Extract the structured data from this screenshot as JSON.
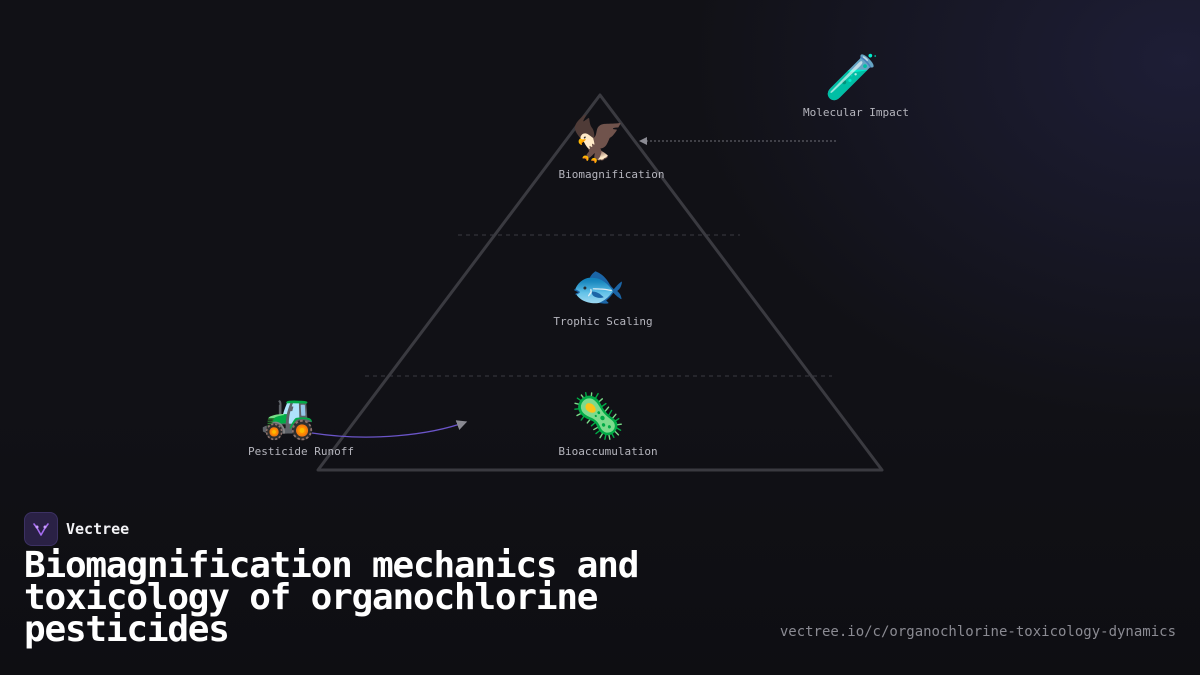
{
  "diagram": {
    "nodes": [
      {
        "id": "biomagnification",
        "icon": "eagle-icon",
        "glyph": "🦅",
        "label": "Biomagnification"
      },
      {
        "id": "trophic_scaling",
        "icon": "fish-icon",
        "glyph": "🐟",
        "label": "Trophic Scaling"
      },
      {
        "id": "bioaccumulation",
        "icon": "microbe-icon",
        "glyph": "🦠",
        "label": "Bioaccumulation"
      },
      {
        "id": "pesticide_runoff",
        "icon": "tractor-icon",
        "glyph": "🚜",
        "label": "Pesticide Runoff"
      },
      {
        "id": "molecular_impact",
        "icon": "test-tube-icon",
        "glyph": "🧪",
        "label": "Molecular Impact"
      }
    ],
    "edges": [
      {
        "from": "molecular_impact",
        "to": "biomagnification",
        "style": "dotted"
      },
      {
        "from": "pesticide_runoff",
        "to": "bioaccumulation",
        "style": "curved",
        "color": "#6b55c9"
      }
    ]
  },
  "brand": {
    "name": "Vectree",
    "accent": "#a56cf0"
  },
  "title": "Biomagnification mechanics and toxicology of organochlorine pesticides",
  "url": "vectree.io/c/organochlorine-toxicology-dynamics"
}
